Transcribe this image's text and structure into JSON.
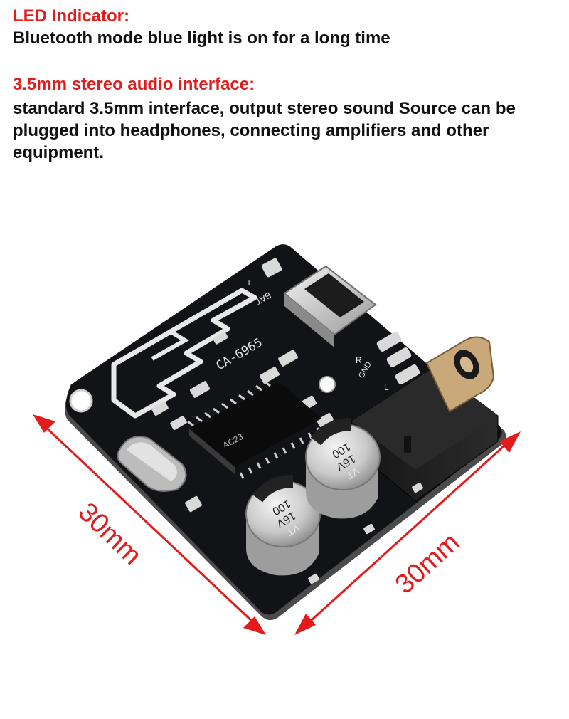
{
  "captions": {
    "led_title": "LED Indicator:",
    "led_text": "Bluetooth mode blue light is on for a long time",
    "jack_title": "3.5mm stereo audio interface:",
    "jack_text": "standard 3.5mm interface, output stereo sound Source can be plugged into headphones, connecting amplifiers and other equipment."
  },
  "board": {
    "model": "CA-6965",
    "chip": "AC23",
    "bat_label": "BAT",
    "r_label": "R",
    "gnd_label": "GND",
    "l_label": "L",
    "plus_label": "+",
    "cap1": {
      "value": "100",
      "voltage": "16V",
      "series": "VT"
    },
    "cap2": {
      "value": "100",
      "voltage": "16V",
      "series": "VT"
    }
  },
  "dimensions": {
    "left_label": "30mm",
    "right_label": "30mm"
  },
  "colors": {
    "caption_red": "#e31b1b",
    "arrow_red": "#e31b1b",
    "pcb": "#121316",
    "silk": "#e8e8e8"
  }
}
